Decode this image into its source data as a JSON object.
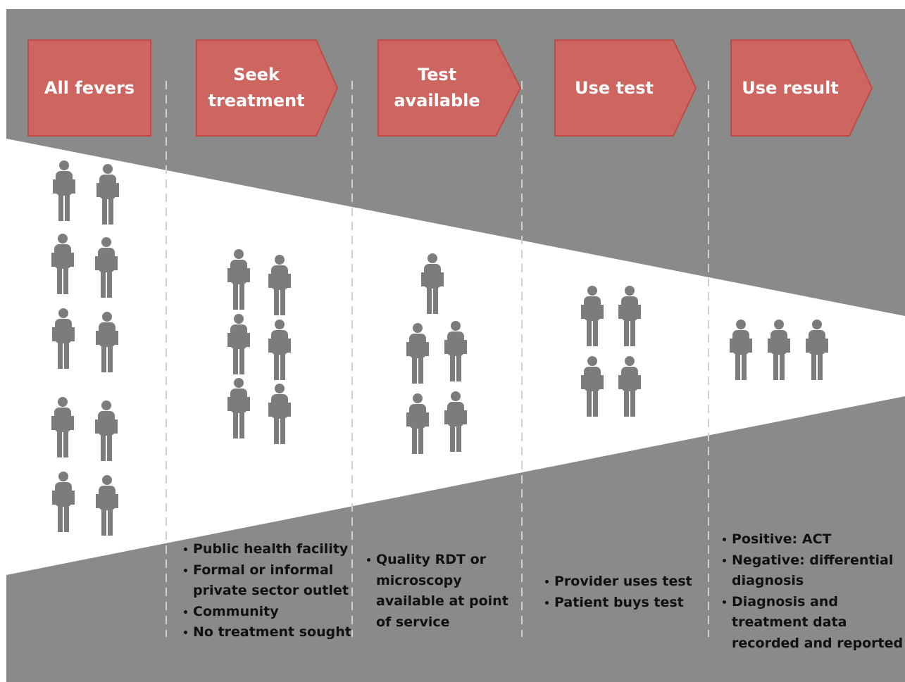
{
  "colors": {
    "background": "#8a8a8a",
    "funnel": "#ffffff",
    "arrow": "#cd6660",
    "arrow_border": "#c24a44",
    "person": "#7c7c7c",
    "divider": "#d0d0d0"
  },
  "person_icon": "person-icon",
  "stages": [
    {
      "id": "all-fevers",
      "label": "All fevers",
      "people": 10,
      "bullets": []
    },
    {
      "id": "seek-treatment",
      "label": "Seek\ntreatment",
      "people": 6,
      "bullets": [
        "Public health facility",
        "Formal or informal\nprivate sector outlet",
        "Community",
        "No treatment sought"
      ]
    },
    {
      "id": "test-available",
      "label": "Test\navailable",
      "people": 5,
      "bullets": [
        "Quality RDT or\nmicroscopy\navailable at point\nof service"
      ]
    },
    {
      "id": "use-test",
      "label": "Use test",
      "people": 4,
      "bullets": [
        "Provider uses test",
        "Patient buys test"
      ]
    },
    {
      "id": "use-result",
      "label": "Use result",
      "people": 3,
      "bullets": [
        "Positive: ACT",
        "Negative: differential\ndiagnosis",
        "Diagnosis and\ntreatment data\nrecorded and reported"
      ]
    }
  ]
}
